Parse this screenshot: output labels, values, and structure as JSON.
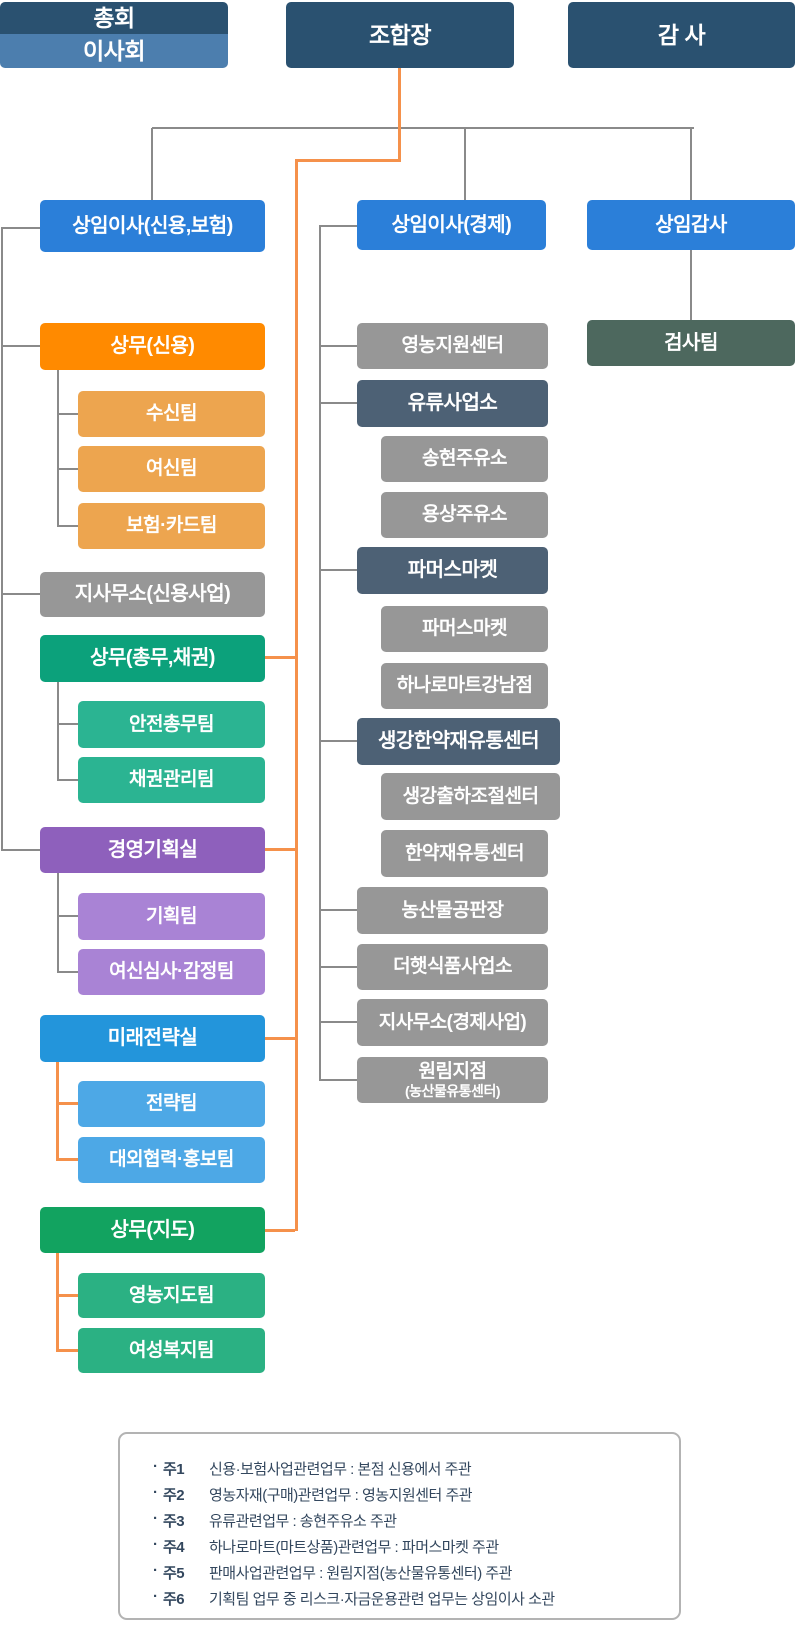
{
  "palette": {
    "navy": "#2A5170",
    "mblue": "#4C7EAE",
    "blue": "#2B7FD9",
    "orange": "#FF8A00",
    "orangeL": "#EDA54F",
    "gray": "#979797",
    "teal": "#0CA17B",
    "tealL": "#2BB492",
    "purple": "#8E60BC",
    "purpleL": "#A983D5",
    "skyd": "#2395DB",
    "skyL": "#4DA8E6",
    "green": "#12A360",
    "greenL": "#2BB183",
    "slate": "#4D6175",
    "sage": "#4D685E",
    "lineGray": "#8A8A8A",
    "lineOrange": "#F5914B",
    "noteText": "#33475E",
    "noteBorder": "#B3B3B3"
  },
  "nodes": [
    {
      "id": "general-assembly",
      "label": "총회",
      "style": "navy r-top fs-top"
    },
    {
      "id": "board-of-directors",
      "label": "이사회",
      "style": "mblue r-bottom fs-top"
    },
    {
      "id": "chairman",
      "label": "조합장",
      "style": "navy fs-top"
    },
    {
      "id": "auditor",
      "label": "감 사",
      "style": "navy fs-top"
    },
    {
      "id": "exec-director-credit-insurance",
      "label": "상임이사(신용,보험)",
      "style": "blue fs-main"
    },
    {
      "id": "exec-director-economy",
      "label": "상임이사(경제)",
      "style": "blue fs-main"
    },
    {
      "id": "standing-auditor",
      "label": "상임감사",
      "style": "blue fs-main"
    },
    {
      "id": "inspection-team",
      "label": "검사팀",
      "style": "sage fs-main"
    },
    {
      "id": "managing-director-credit",
      "label": "상무(신용)",
      "style": "orange fs-main"
    },
    {
      "id": "deposit-team",
      "label": "수신팀",
      "style": "orangeL fs-child"
    },
    {
      "id": "loan-team",
      "label": "여신팀",
      "style": "orangeL fs-child"
    },
    {
      "id": "insurance-card-team",
      "label": "보험·카드팀",
      "style": "orangeL fs-child"
    },
    {
      "id": "branch-offices-credit",
      "label": "지사무소(신용사업)",
      "style": "gray fs-main"
    },
    {
      "id": "managing-director-general-bond",
      "label": "상무(총무,채권)",
      "style": "teal fs-main"
    },
    {
      "id": "safety-general-affairs-team",
      "label": "안전총무팀",
      "style": "tealL fs-child"
    },
    {
      "id": "bond-management-team",
      "label": "채권관리팀",
      "style": "tealL fs-child"
    },
    {
      "id": "management-planning-office",
      "label": "경영기획실",
      "style": "purple fs-main"
    },
    {
      "id": "planning-team",
      "label": "기획팀",
      "style": "purpleL fs-child"
    },
    {
      "id": "loan-review-appraisal-team",
      "label": "여신심사·감정팀",
      "style": "purpleL fs-child"
    },
    {
      "id": "future-strategy-office",
      "label": "미래전략실",
      "style": "skyd fs-main"
    },
    {
      "id": "strategy-team",
      "label": "전략팀",
      "style": "skyL fs-child"
    },
    {
      "id": "external-relations-pr-team",
      "label": "대외협력·홍보팀",
      "style": "skyL fs-child"
    },
    {
      "id": "managing-director-guidance",
      "label": "상무(지도)",
      "style": "green fs-main"
    },
    {
      "id": "farming-guidance-team",
      "label": "영농지도팀",
      "style": "greenL fs-child"
    },
    {
      "id": "womens-welfare-team",
      "label": "여성복지팀",
      "style": "greenL fs-child"
    },
    {
      "id": "farming-support-center",
      "label": "영농지원센터",
      "style": "gray fs-child"
    },
    {
      "id": "oil-business-office",
      "label": "유류사업소",
      "style": "slate fs-main"
    },
    {
      "id": "songhyeon-gas-station",
      "label": "송현주유소",
      "style": "gray fs-child"
    },
    {
      "id": "yongsang-gas-station",
      "label": "용상주유소",
      "style": "gray fs-child"
    },
    {
      "id": "farmers-market",
      "label": "파머스마켓",
      "style": "slate fs-main"
    },
    {
      "id": "farmers-market-store",
      "label": "파머스마켓",
      "style": "gray fs-child"
    },
    {
      "id": "hanaro-mart-gangnam",
      "label": "하나로마트강남점",
      "style": "gray fs-child"
    },
    {
      "id": "ginger-herb-distribution-center",
      "label": "생강한약재유통센터",
      "style": "slate fs-main"
    },
    {
      "id": "ginger-shipment-control-center",
      "label": "생강출하조절센터",
      "style": "gray fs-child"
    },
    {
      "id": "herb-distribution-center",
      "label": "한약재유통센터",
      "style": "gray fs-child"
    },
    {
      "id": "agricultural-products-market",
      "label": "농산물공판장",
      "style": "gray fs-child"
    },
    {
      "id": "deohaet-food-business-office",
      "label": "더햇식품사업소",
      "style": "gray fs-child"
    },
    {
      "id": "branch-offices-economy",
      "label": "지사무소(경제사업)",
      "style": "gray fs-child"
    },
    {
      "id": "wonrim-branch",
      "label": "원림지점",
      "label2": "(농산물유통센터)",
      "style": "gray fs-child"
    }
  ],
  "notes": {
    "items": [
      {
        "bullet": "·",
        "label": "주1",
        "text": "신용·보험사업관련업무 : 본점 신용에서 주관"
      },
      {
        "bullet": "·",
        "label": "주2",
        "text": "영농자재(구매)관련업무 : 영농지원센터 주관"
      },
      {
        "bullet": "·",
        "label": "주3",
        "text": "유류관련업무 : 송현주유소 주관"
      },
      {
        "bullet": "·",
        "label": "주4",
        "text": "하나로마트(마트상품)관련업무 : 파머스마켓 주관"
      },
      {
        "bullet": "·",
        "label": "주5",
        "text": "판매사업관련업무 : 원림지점(농산물유통센터) 주관"
      },
      {
        "bullet": "·",
        "label": "주6",
        "text": "기획팀 업무 중 리스크·자금운용관련 업무는 상임이사 소관"
      }
    ]
  }
}
